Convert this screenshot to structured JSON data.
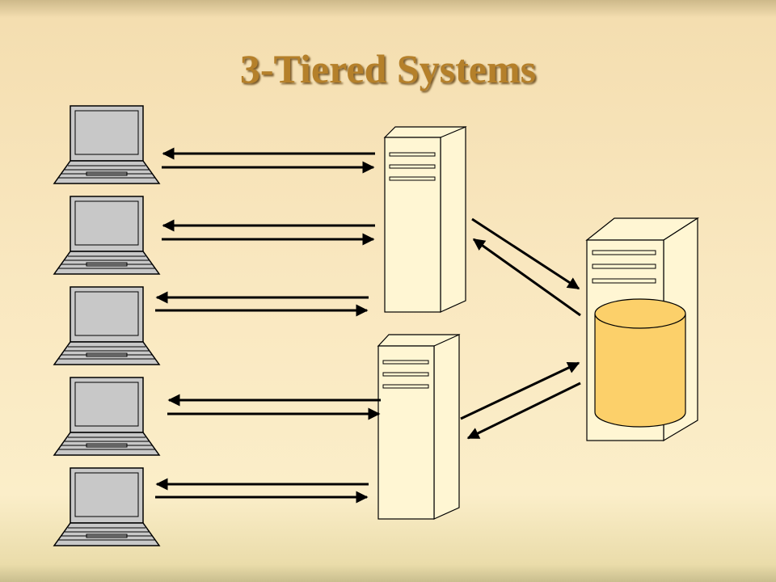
{
  "slide": {
    "title": "3-Tiered Systems"
  },
  "colors": {
    "title": "#b5802a",
    "server_fill": "#fff6d3",
    "database_fill": "#fcd06a",
    "laptop_fill": "#c8c8c8",
    "arrow": "#000000"
  },
  "diagram": {
    "tiers": [
      {
        "name": "clients",
        "icon": "laptop-icon",
        "count": 5
      },
      {
        "name": "application-servers",
        "icon": "server-tower-icon",
        "count": 2
      },
      {
        "name": "database-server",
        "icon": "database-icon",
        "count": 1
      }
    ]
  }
}
